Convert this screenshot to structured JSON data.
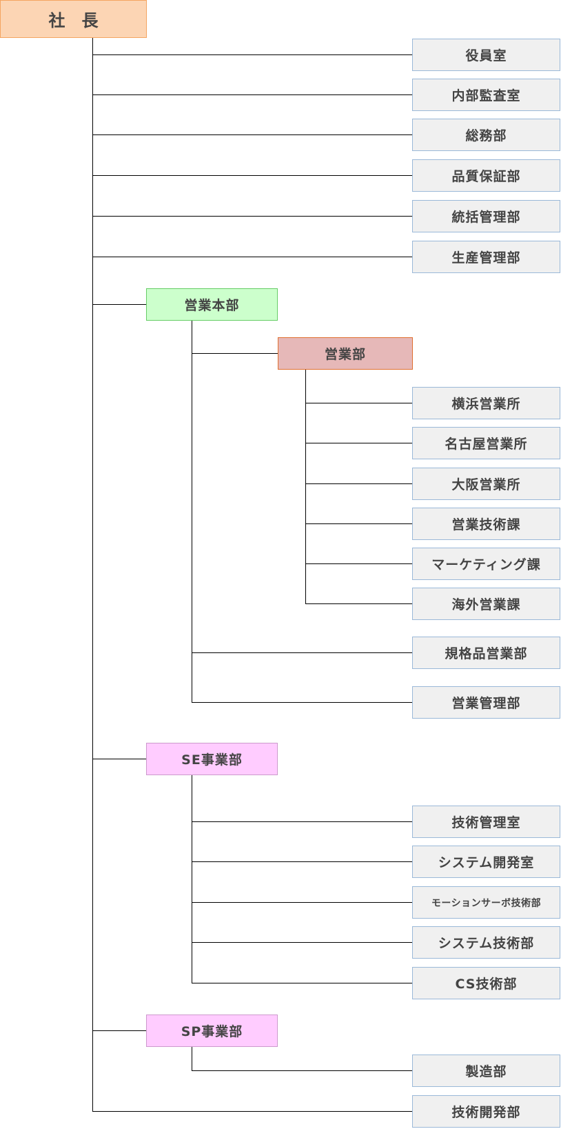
{
  "president": {
    "label": "社　長"
  },
  "direct_units": [
    {
      "label": "役員室"
    },
    {
      "label": "内部監査室"
    },
    {
      "label": "総務部"
    },
    {
      "label": "品質保証部"
    },
    {
      "label": "統括管理部"
    },
    {
      "label": "生産管理部"
    }
  ],
  "sales_hq": {
    "label": "営業本部",
    "sales_dept": {
      "label": "営業部",
      "units": [
        {
          "label": "横浜営業所"
        },
        {
          "label": "名古屋営業所"
        },
        {
          "label": "大阪営業所"
        },
        {
          "label": "営業技術課"
        },
        {
          "label": "マーケティング課"
        },
        {
          "label": "海外営業課"
        }
      ]
    },
    "units": [
      {
        "label": "規格品営業部"
      },
      {
        "label": "営業管理部"
      }
    ]
  },
  "se_division": {
    "label": "SE事業部",
    "units": [
      {
        "label": "技術管理室"
      },
      {
        "label": "システム開発室"
      },
      {
        "label": "モーションサーボ技術部"
      },
      {
        "label": "システム技術部"
      },
      {
        "label": "CS技術部"
      }
    ]
  },
  "sp_division": {
    "label": "SP事業部",
    "units": [
      {
        "label": "製造部"
      }
    ]
  },
  "tech_dev": {
    "label": "技術開発部"
  },
  "colors": {
    "president_fill": "#fcd5b4",
    "unit_fill": "#f0f0f0",
    "sales_hq_fill": "#ccffcc",
    "division_fill": "#ffccff",
    "sales_dept_fill": "#e6b8b8",
    "line": "#000000"
  }
}
